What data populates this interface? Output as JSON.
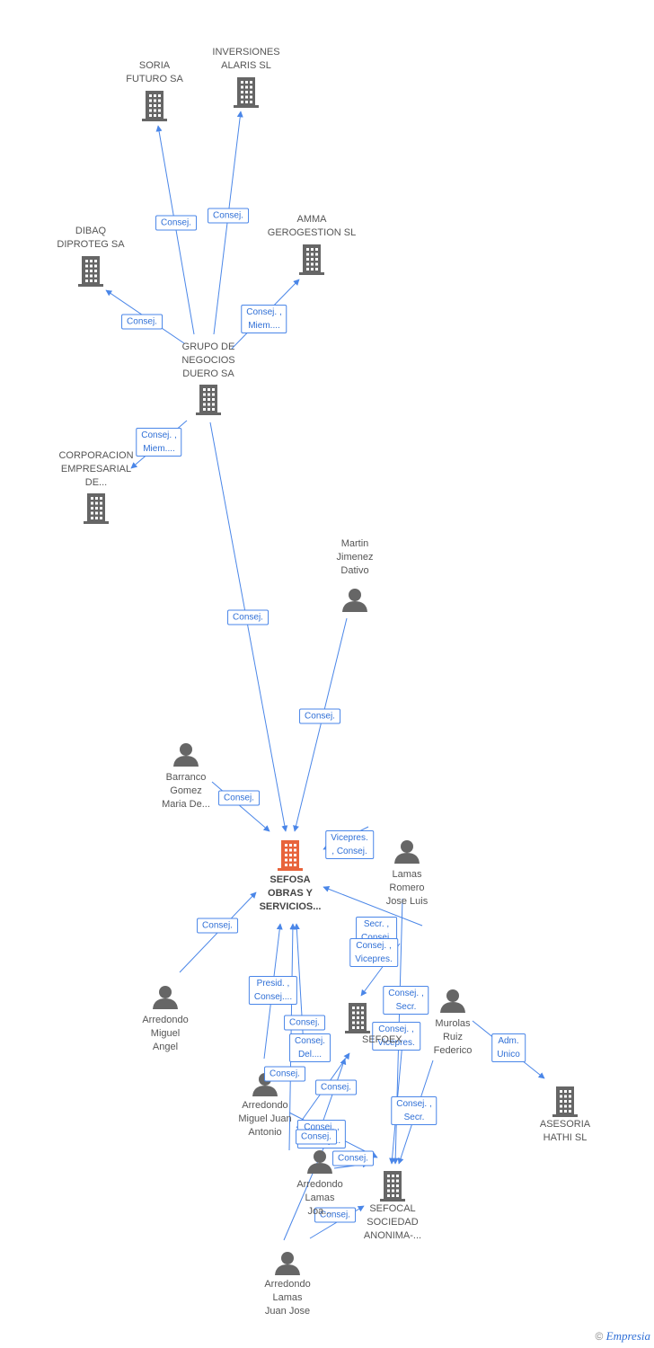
{
  "colors": {
    "edge": "#4a86e8",
    "icon": "#666666",
    "main_icon": "#e8643c"
  },
  "nodes": [
    {
      "id": "soria",
      "type": "company",
      "lines": [
        "SORIA",
        "FUTURO SA"
      ]
    },
    {
      "id": "inversiones",
      "type": "company",
      "lines": [
        "INVERSIONES",
        "ALARIS SL"
      ]
    },
    {
      "id": "dibaq",
      "type": "company",
      "lines": [
        "DIBAQ",
        "DIPROTEG SA"
      ]
    },
    {
      "id": "amma",
      "type": "company",
      "lines": [
        "AMMA",
        "GEROGESTION SL"
      ]
    },
    {
      "id": "grupo",
      "type": "company",
      "lines": [
        "GRUPO DE",
        "NEGOCIOS",
        "DUERO SA"
      ]
    },
    {
      "id": "corporacion",
      "type": "company",
      "lines": [
        "CORPORACION",
        "EMPRESARIAL",
        "DE..."
      ]
    },
    {
      "id": "martin",
      "type": "person",
      "lines": [
        "Martin",
        "Jimenez",
        "Dativo"
      ]
    },
    {
      "id": "barranco",
      "type": "person",
      "lines": [
        "Barranco",
        "Gomez",
        "Maria De..."
      ]
    },
    {
      "id": "sefosa",
      "type": "main",
      "lines": [
        "SEFOSA",
        "OBRAS Y",
        "SERVICIOS..."
      ]
    },
    {
      "id": "lamas_romero",
      "type": "person",
      "lines": [
        "Lamas",
        "Romero",
        "Jose Luis"
      ]
    },
    {
      "id": "arredondo_miguel_angel",
      "type": "person",
      "lines": [
        "Arredondo",
        "Miguel",
        "Angel"
      ]
    },
    {
      "id": "sefoex",
      "type": "company",
      "lines": [
        "SEFOEX"
      ]
    },
    {
      "id": "murolas",
      "type": "person",
      "lines": [
        "Murolas",
        "Ruiz",
        "Federico"
      ]
    },
    {
      "id": "asesoria",
      "type": "company",
      "lines": [
        "ASESORIA",
        "HATHI SL"
      ]
    },
    {
      "id": "arredondo_miguel_juan",
      "type": "person",
      "lines": [
        "Arredondo",
        "Miguel Juan",
        "Antonio"
      ]
    },
    {
      "id": "arredondo_lamas_joa",
      "type": "person",
      "lines": [
        "Arredondo",
        "Lamas",
        "Joa..."
      ]
    },
    {
      "id": "sefocal",
      "type": "company",
      "lines": [
        "SEFOCAL",
        "SOCIEDAD",
        "ANONIMA-..."
      ]
    },
    {
      "id": "arredondo_lamas_juan_jose",
      "type": "person",
      "lines": [
        "Arredondo",
        "Lamas",
        "Juan Jose"
      ]
    }
  ],
  "edges": [
    {
      "from": "grupo",
      "to": "soria",
      "label": [
        "Consej."
      ]
    },
    {
      "from": "grupo",
      "to": "inversiones",
      "label": [
        "Consej."
      ]
    },
    {
      "from": "grupo",
      "to": "dibaq",
      "label": [
        "Consej."
      ]
    },
    {
      "from": "grupo",
      "to": "amma",
      "label": [
        "Consej. ,",
        "Miem...."
      ]
    },
    {
      "from": "grupo",
      "to": "corporacion",
      "label": [
        "Consej. ,",
        "Miem...."
      ]
    },
    {
      "from": "grupo",
      "to": "sefosa",
      "label": [
        "Consej."
      ]
    },
    {
      "from": "martin",
      "to": "sefosa",
      "label": [
        "Consej."
      ]
    },
    {
      "from": "barranco",
      "to": "sefosa",
      "label": [
        "Consej."
      ]
    },
    {
      "from": "lamas_romero",
      "to": "sefosa",
      "label": [
        "Vicepres.",
        ", Consej."
      ]
    },
    {
      "from": "murolas",
      "to": "sefosa",
      "label": [
        "Secr. ,",
        "Consej."
      ]
    },
    {
      "from": "lamas_romero",
      "to": "sefoex",
      "label": [
        "Consej. ,",
        "Vicepres."
      ]
    },
    {
      "from": "arredondo_miguel_angel",
      "to": "sefosa",
      "label": [
        "Consej."
      ]
    },
    {
      "from": "arredondo_miguel_juan",
      "to": "sefosa",
      "label": [
        "Presid. ,",
        "Consej...."
      ]
    },
    {
      "from": "arredondo_lamas_joa",
      "to": "sefosa",
      "label": [
        "Consej."
      ]
    },
    {
      "from": "arredondo_lamas_juan_jose",
      "to": "sefosa",
      "label": [
        "Consej.",
        "Del...."
      ]
    },
    {
      "from": "lamas_romero",
      "to": "sefocal",
      "label": [
        "Consej. ,",
        "Secr."
      ]
    },
    {
      "from": "murolas",
      "to": "sefocal",
      "label": [
        "Consej. ,",
        "Vicepres."
      ]
    },
    {
      "from": "murolas",
      "to": "asesoria",
      "label": [
        "Adm.",
        "Unico"
      ]
    },
    {
      "from": "murolas",
      "to": "sefocal",
      "label": [
        "Consej. ,",
        "Secr."
      ]
    },
    {
      "from": "arredondo_miguel_juan",
      "to": "sefoex",
      "label": [
        "Consej."
      ]
    },
    {
      "from": "arredondo_lamas_joa",
      "to": "sefoex",
      "label": [
        "Consej."
      ]
    },
    {
      "from": "arredondo_miguel_juan",
      "to": "sefocal",
      "label": [
        "Consej. ,",
        "Consej...."
      ]
    },
    {
      "from": "arredondo_lamas_juan_jose",
      "to": "sefoex",
      "label": [
        "Consej."
      ]
    },
    {
      "from": "arredondo_lamas_joa",
      "to": "sefocal",
      "label": [
        "Consej."
      ]
    },
    {
      "from": "arredondo_lamas_juan_jose",
      "to": "sefocal",
      "label": [
        "Consej."
      ]
    }
  ],
  "footer": {
    "copyright": "©",
    "brand": "Empresia"
  }
}
